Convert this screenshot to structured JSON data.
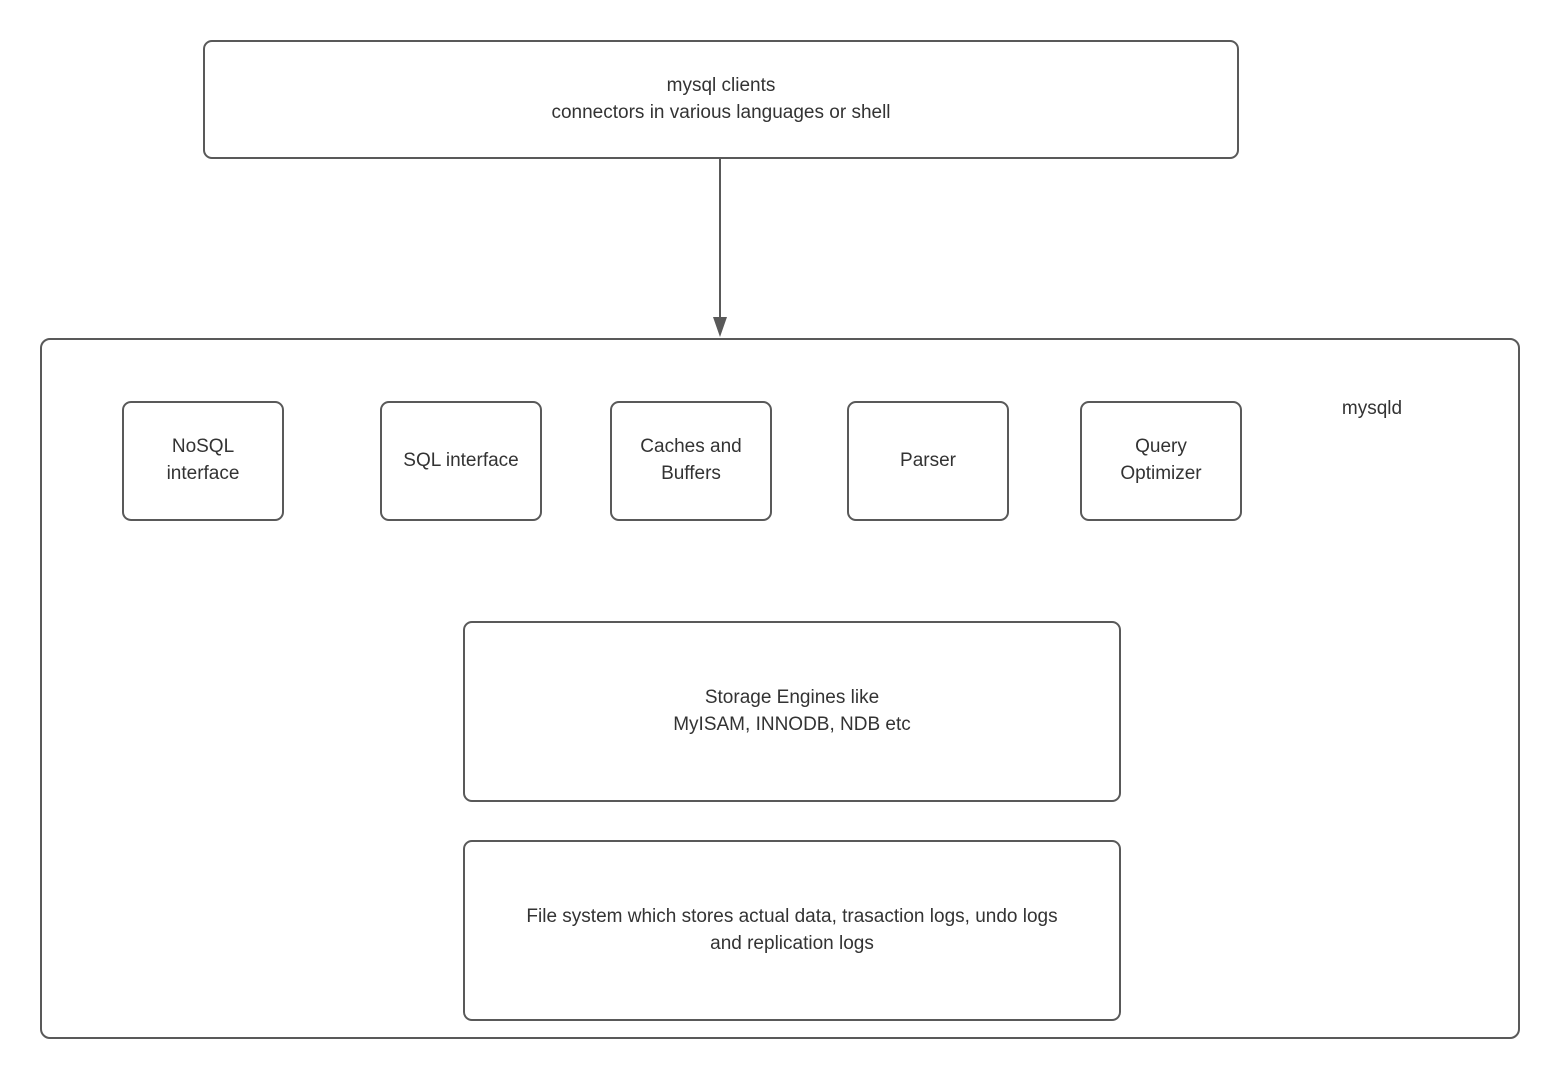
{
  "diagram": {
    "clients_box": {
      "text": "mysql clients\nconnectors in various languages or shell"
    },
    "mysqld_label": "mysqld",
    "components": [
      {
        "label": "NoSQL\ninterface"
      },
      {
        "label": "SQL interface"
      },
      {
        "label": "Caches and\nBuffers"
      },
      {
        "label": "Parser"
      },
      {
        "label": "Query\nOptimizer"
      }
    ],
    "storage_box": {
      "text": "Storage Engines like\nMyISAM, INNODB, NDB etc"
    },
    "filesystem_box": {
      "text": "File system which stores actual data, trasaction logs, undo logs\nand replication logs"
    },
    "colors": {
      "border": "#595959",
      "arrow": "#595959",
      "text": "#333333",
      "background": "#ffffff"
    }
  }
}
